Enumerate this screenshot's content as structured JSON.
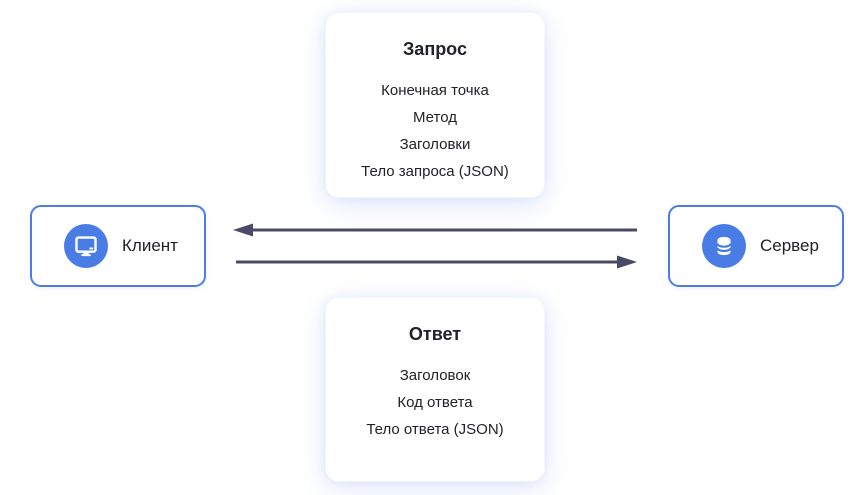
{
  "cards": {
    "request": {
      "title": "Запрос",
      "items": [
        "Конечная точка",
        "Метод",
        "Заголовки",
        "Тело запроса (JSON)"
      ]
    },
    "response": {
      "title": "Ответ",
      "items": [
        "Заголовок",
        "Код ответа",
        "Тело ответа (JSON)"
      ]
    }
  },
  "nodes": {
    "client": {
      "label": "Клиент",
      "icon": "monitor-icon"
    },
    "server": {
      "label": "Сервер",
      "icon": "database-icon"
    }
  },
  "arrows": {
    "top": {
      "direction": "left",
      "from": "server",
      "to": "client"
    },
    "bottom": {
      "direction": "right",
      "from": "client",
      "to": "server"
    }
  },
  "colors": {
    "accent_blue": "#4d7ce8",
    "icon_circle_blue": "#4a7ce6",
    "arrow_slate": "#4a4a68",
    "card_glow": "#e9eefc",
    "text": "#212127"
  }
}
